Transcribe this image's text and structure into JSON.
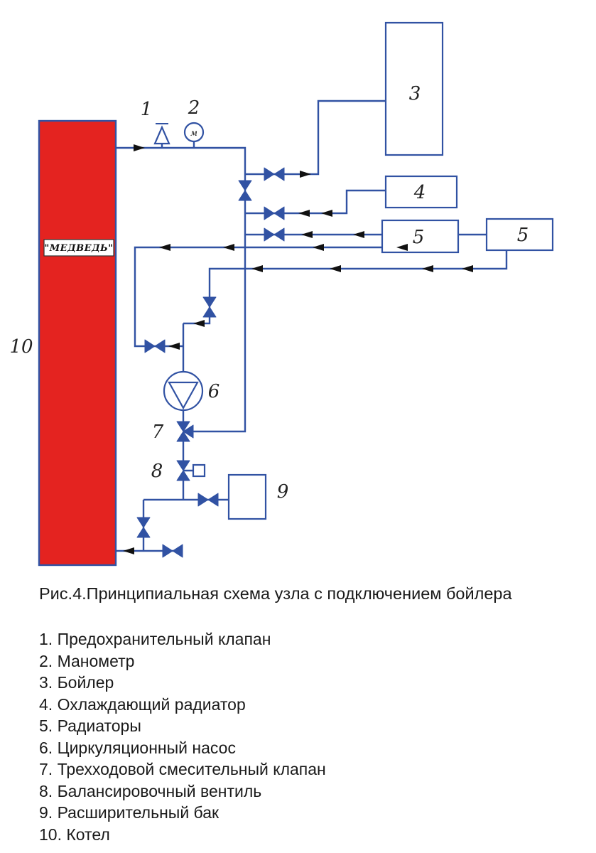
{
  "figure": {
    "caption": "Рис.4.Принципиальная схема узла с подключением бойлера",
    "legend": {
      "items": [
        "1. Предохранительный клапан",
        "2. Манометр",
        "3. Бойлер",
        "4. Охлаждающий радиатор",
        "5. Радиаторы",
        "6. Циркуляционный насос",
        "7. Трехходовой смесительный клапан",
        "8. Балансировочный вентиль",
        "9. Расширительный бак",
        "10. Котел"
      ]
    }
  },
  "diagram": {
    "boiler_label": "\"МЕДВЕДЬ\"",
    "manometer_letter": "м",
    "labels": {
      "safety_valve": "1",
      "manometer": "2",
      "boiler_tank": "3",
      "cooling_radiator": "4",
      "radiator_a": "5",
      "radiator_b": "5",
      "pump": "6",
      "mixing_valve": "7",
      "balancing_valve": "8",
      "expansion_tank": "9",
      "kotel": "10"
    },
    "colors": {
      "pipe": "#3152a3",
      "boiler_fill": "#e42320",
      "arrow": "#111111"
    }
  }
}
